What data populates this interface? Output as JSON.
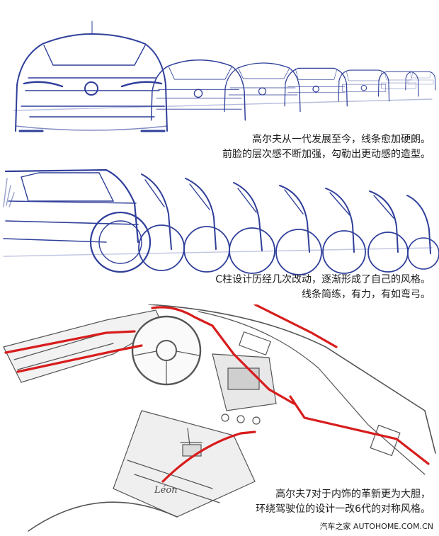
{
  "captions": {
    "front": [
      "高尔夫从一代发展至今，线条愈加硬朗。",
      "前脸的层次感不断加强，勾勒出更动感的造型。"
    ],
    "side": [
      "C柱设计历经几次改动，逐渐形成了自己的风格。",
      "线条简练，有力，有如弯弓。"
    ],
    "interior": [
      "高尔夫7对于内饰的革新更为大胆，",
      "环绕驾驶位的设计一改6代的对称风格。"
    ]
  },
  "signature": "Léon",
  "watermark": "汽车之家 AUTOHOME.COM.CN",
  "colors": {
    "sketch_blue": "#2f3f9a",
    "highlight_red": "#d81c1c",
    "pencil_gray": "#555555"
  }
}
